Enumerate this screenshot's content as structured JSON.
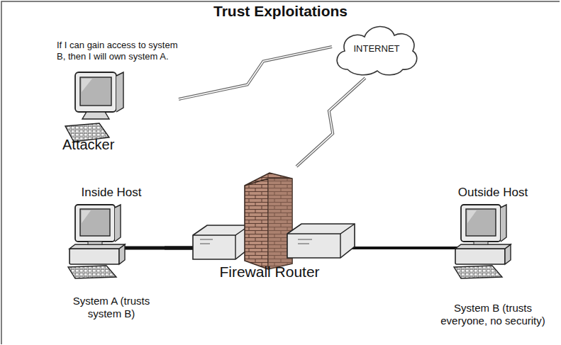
{
  "diagram": {
    "title": "Trust Exploitations",
    "nodes": [
      {
        "text": [
          "If I can gain access to system B, then I will own system A.",
          "Attacker"
        ]
      },
      {
        "text": [
          "INTERNET"
        ]
      },
      {
        "text": [
          "Inside Host",
          "System A (trusts system B)"
        ]
      },
      {
        "text": [
          "Firewall Router"
        ]
      },
      {
        "text": [
          "Outside Host",
          "System B (trusts everyone, no security)"
        ]
      }
    ],
    "edges": [
      {
        "from": 0,
        "to": 1,
        "arrow": "none"
      },
      {
        "from": 1,
        "to": 3,
        "arrow": "none"
      },
      {
        "from": 2,
        "to": 3,
        "arrow": "none"
      },
      {
        "from": 3,
        "to": 4,
        "arrow": "none"
      }
    ]
  }
}
